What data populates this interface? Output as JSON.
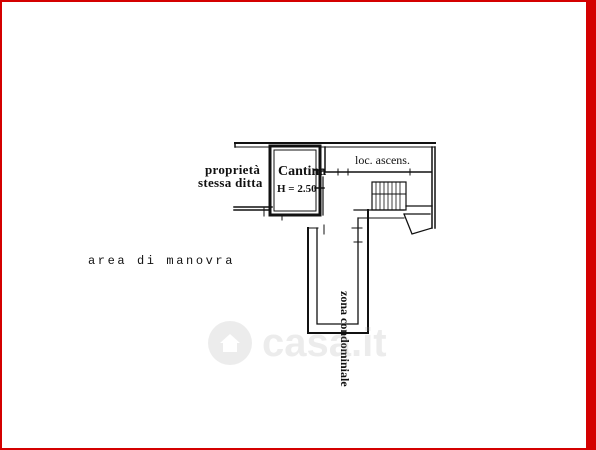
{
  "labels": {
    "owner_line1": "proprietà",
    "owner_line2": "stessa ditta",
    "cellar": "Cantina",
    "cellar_height": "H = 2.50",
    "lift_room": "loc. ascens.",
    "maneuver_area": "area di manovra",
    "common_zone": "zona condominiale"
  },
  "watermark": {
    "text": "casa.it",
    "icon": "house-icon"
  },
  "colors": {
    "frame": "#d40000",
    "ink": "#111111"
  }
}
